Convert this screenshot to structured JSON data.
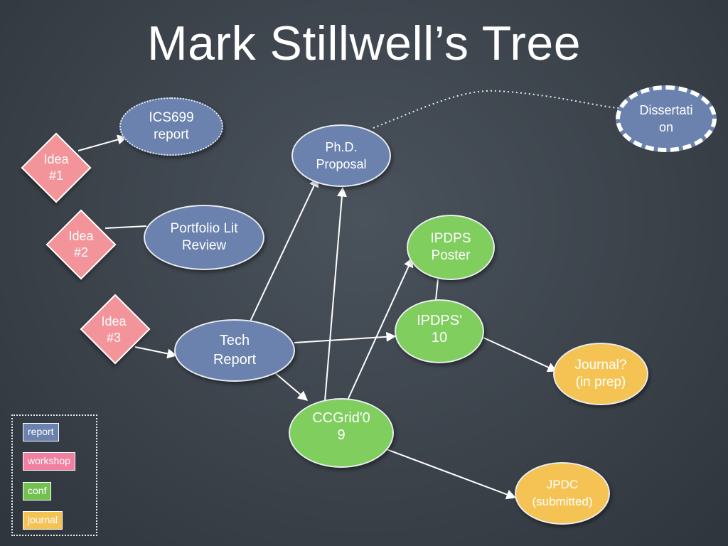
{
  "title": "Mark Stillwell’s Tree",
  "nodes": {
    "ics699": [
      "ICS699",
      "report"
    ],
    "phd": [
      "Ph.D.",
      "Proposal"
    ],
    "dissertation": [
      "Dissertati",
      "on"
    ],
    "portfolio": [
      "Portfolio Lit",
      "Review"
    ],
    "ipdps_poster": [
      "IPDPS",
      "Poster"
    ],
    "ipdps10": [
      "IPDPS'",
      "10"
    ],
    "tech_report": [
      "Tech",
      "Report"
    ],
    "journal_prep": [
      "Journal?",
      "(in prep)"
    ],
    "ccgrid09": [
      "CCGrid'0",
      "9"
    ],
    "jpdc": [
      "JPDC",
      "(submitted)"
    ]
  },
  "ideas": {
    "idea1": [
      "Idea",
      "#1"
    ],
    "idea2": [
      "Idea",
      "#2"
    ],
    "idea3": [
      "Idea",
      "#3"
    ]
  },
  "legend": {
    "report": "report",
    "workshop": "workshop",
    "conf": "conf",
    "journal": "journal"
  },
  "colors": {
    "background": "#3a4149",
    "report": "#6a82ad",
    "workshop": "#f07fa0",
    "conf": "#7fce5e",
    "journal": "#f5c354",
    "idea": "#f2949a"
  }
}
